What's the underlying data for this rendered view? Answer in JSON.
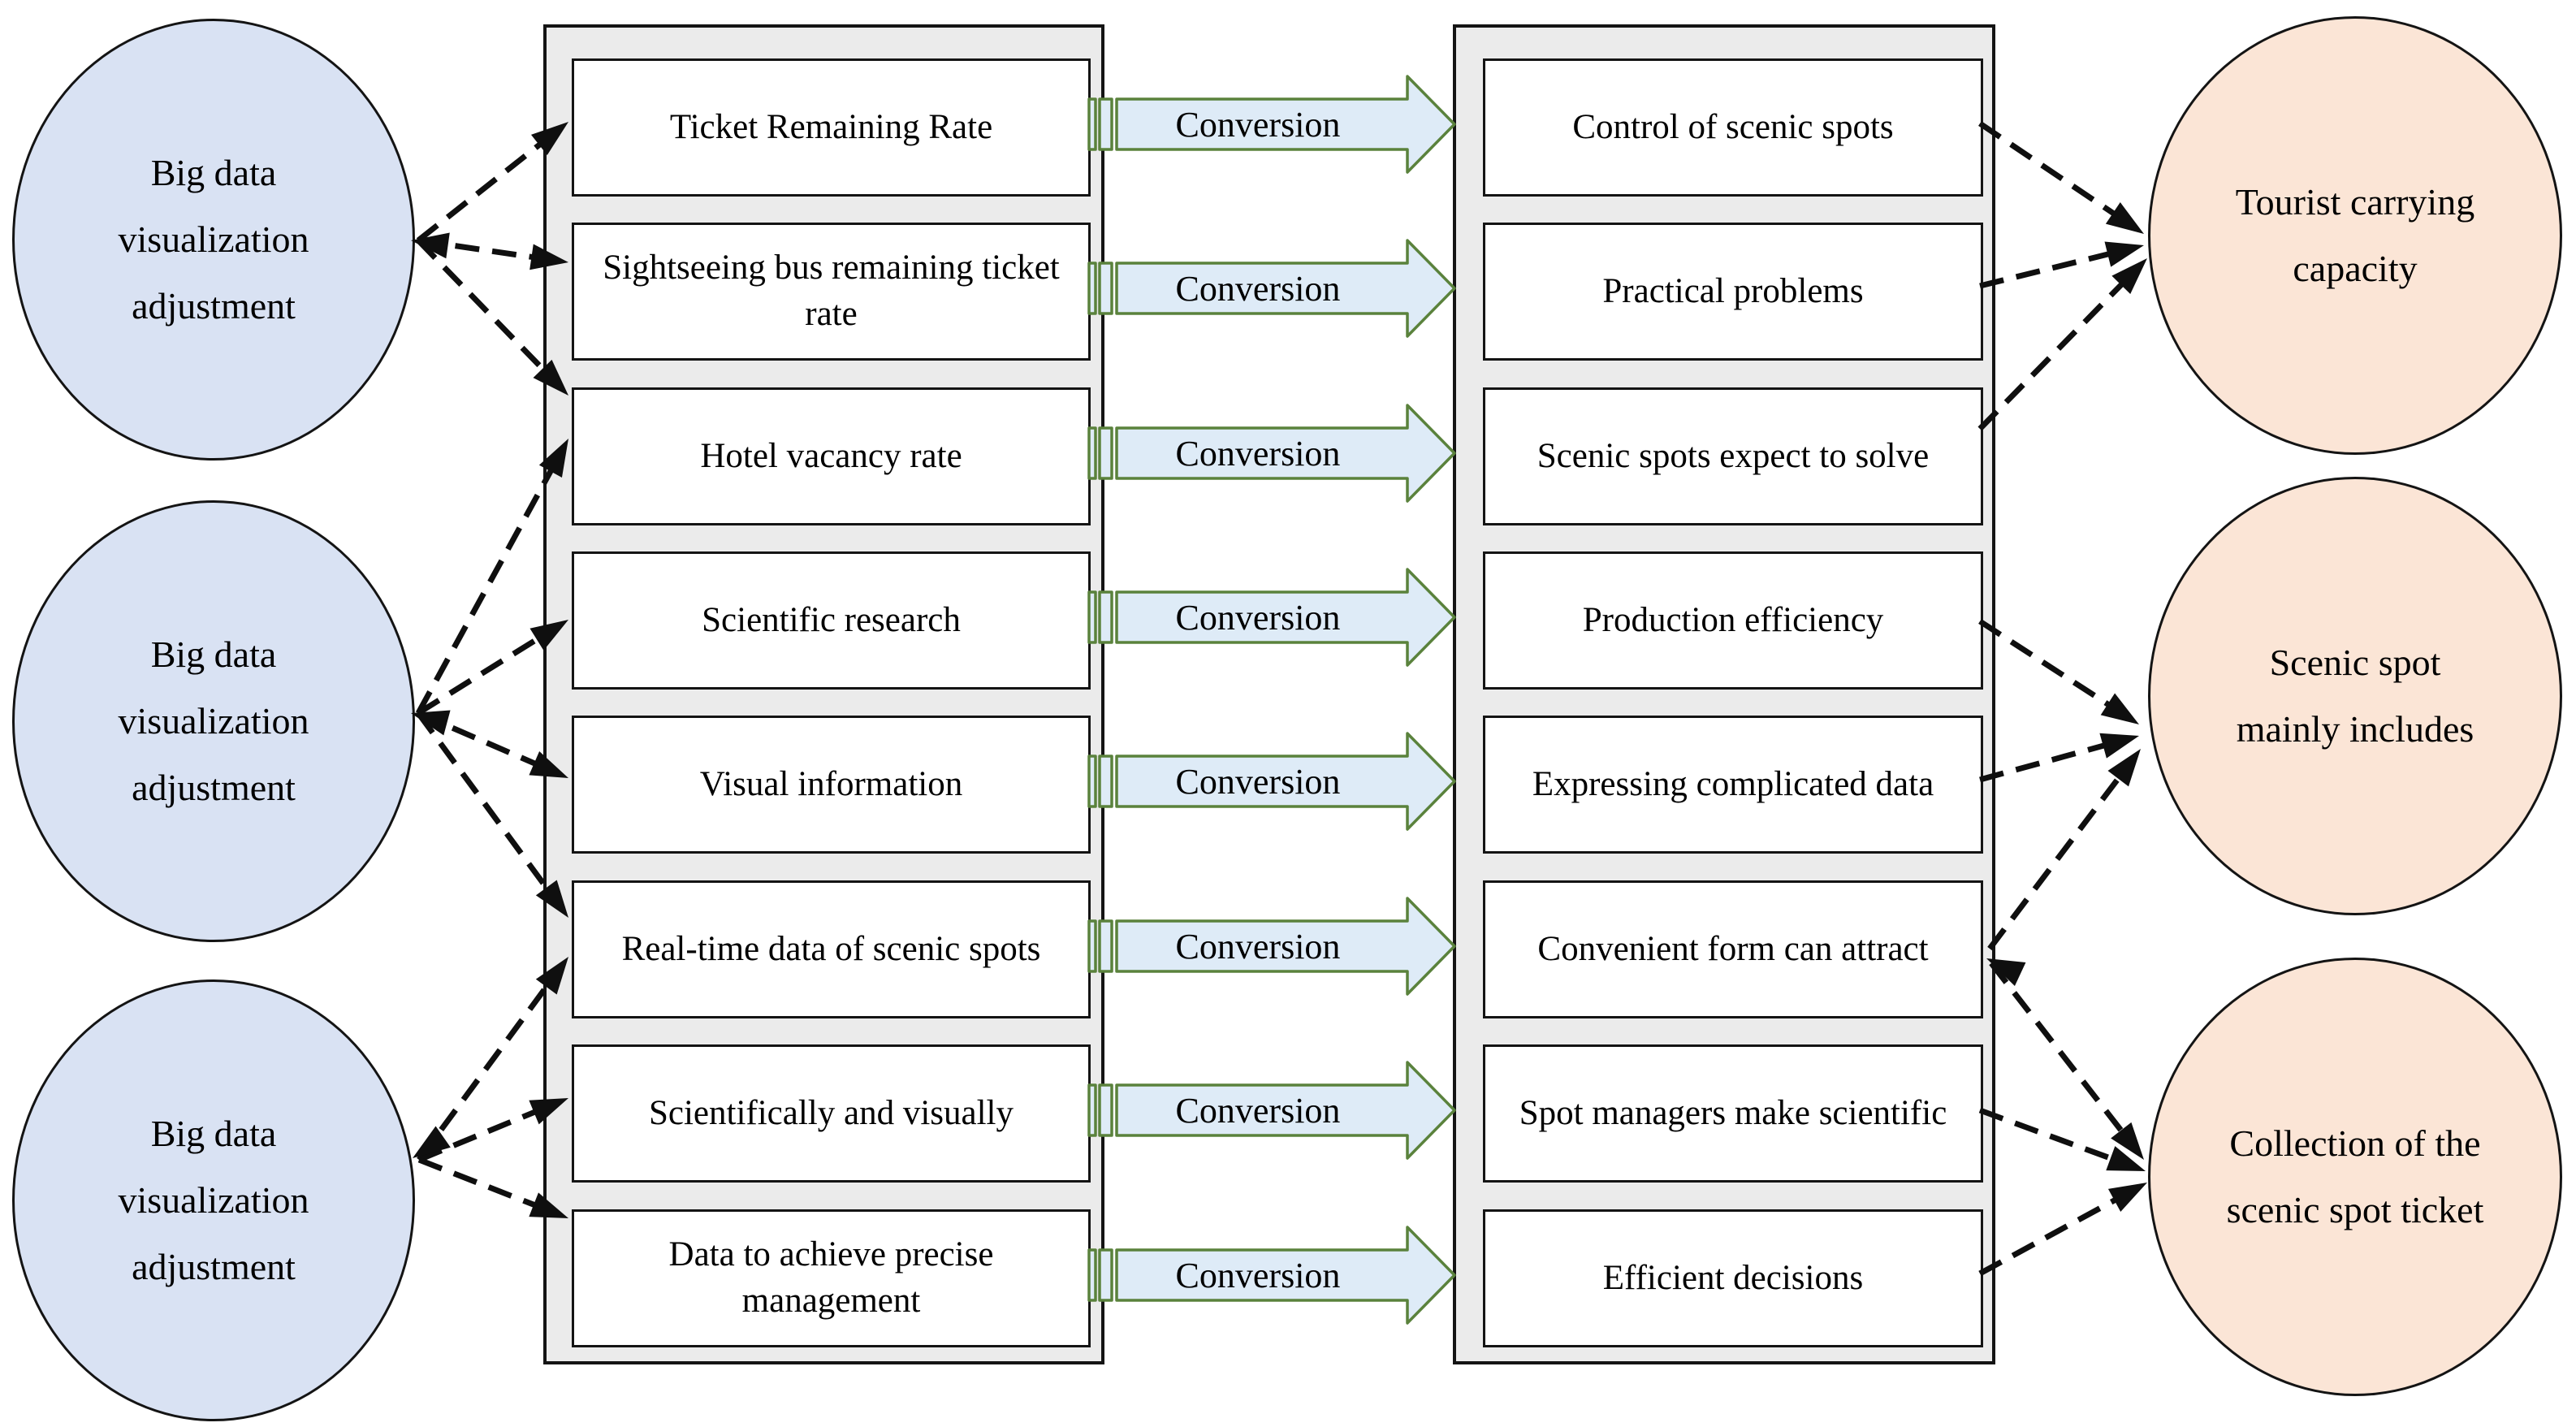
{
  "diagram": {
    "left_circles": [
      "Big data\nvisualization\nadjustment",
      "Big data\nvisualization\nadjustment",
      "Big data\nvisualization\nadjustment"
    ],
    "left_boxes": [
      "Ticket Remaining Rate",
      "Sightseeing bus remaining ticket rate",
      "Hotel vacancy rate",
      "Scientific research",
      "Visual information",
      "Real-time data of scenic spots",
      "Scientifically and visually",
      "Data to achieve precise management"
    ],
    "conversion_label": "Conversion",
    "right_boxes": [
      "Control of scenic spots",
      "Practical problems",
      "Scenic spots expect to solve",
      "Production efficiency",
      "Expressing complicated data",
      "Convenient form can attract",
      "Spot managers make scientific",
      "Efficient decisions"
    ],
    "right_circles": [
      "Tourist carrying\ncapacity",
      "Scenic spot\nmainly includes",
      "Collection of the\nscenic spot ticket"
    ],
    "colors": {
      "left_circle_fill": "#d9e2f3",
      "right_circle_fill": "#fbe5d6",
      "panel_fill": "#ebebeb",
      "box_fill": "#ffffff",
      "arrow_fill": "#deebf7",
      "arrow_stroke": "#5a823c",
      "connector_color": "#0f0f0f",
      "border_color": "#141414"
    }
  }
}
